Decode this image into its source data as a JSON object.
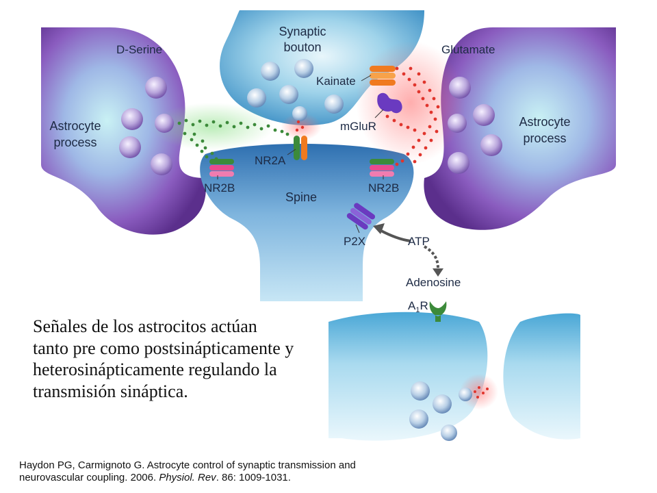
{
  "diagram": {
    "labels": {
      "synaptic_bouton_1": "Synaptic",
      "synaptic_bouton_2": "bouton",
      "d_serine": "D-Serine",
      "glutamate": "Glutamate",
      "astrocyte_left_1": "Astrocyte",
      "astrocyte_left_2": "process",
      "astrocyte_right_1": "Astrocyte",
      "astrocyte_right_2": "process",
      "kainate": "Kainate",
      "mglur": "mGluR",
      "nr2a": "NR2A",
      "nr2b_left": "NR2B",
      "nr2b_right": "NR2B",
      "spine": "Spine",
      "p2x": "P2X",
      "atp": "ATP",
      "adenosine": "Adenosine",
      "a1r_main": "A",
      "a1r_sub": "1",
      "a1r_end": "R"
    },
    "colors": {
      "membrane_blue": "#3f9fd0",
      "astrocyte_purple": "#6a3f9a",
      "d_serine_green": "#3c8a3a",
      "glutamate_red": "#e0342c",
      "receptor_pink": "#e94a8e",
      "receptor_orange": "#f07a20",
      "receptor_purple": "#6a3ac0"
    }
  },
  "caption": {
    "lines": [
      "Señales de los astrocitos actúan",
      "tanto pre como postsinápticamente y",
      "heterosinápticamente regulando la",
      "transmisión sináptica."
    ]
  },
  "citation": {
    "line1": "Haydon PG, Carmignoto G.  Astrocyte control of synaptic transmission and",
    "line2_pre": "neurovascular coupling. 2006. ",
    "journal": "Physiol. Rev",
    "line2_post": ". 86:  1009-1031."
  }
}
